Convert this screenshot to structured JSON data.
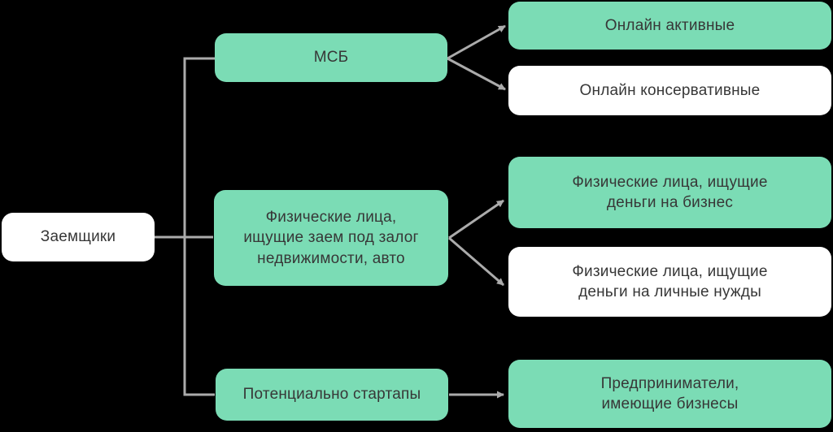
{
  "colors": {
    "background": "#000000",
    "node_green": "#7bdcb5",
    "node_white": "#ffffff",
    "connector": "#ababab",
    "text": "#373737"
  },
  "diagram": {
    "type": "tree",
    "root": {
      "label": "Заемщики",
      "variant": "white"
    },
    "level1": [
      {
        "id": "msb",
        "label": "МСБ",
        "variant": "green"
      },
      {
        "id": "individuals-collateral",
        "label": "Физические лица,\nищущие заем под залог\nнедвижимости, авто",
        "variant": "green"
      },
      {
        "id": "startups",
        "label": "Потенциально стартапы",
        "variant": "green"
      }
    ],
    "level2": [
      {
        "id": "online-active",
        "parent": "msb",
        "label": "Онлайн активные",
        "variant": "green"
      },
      {
        "id": "online-conservative",
        "parent": "msb",
        "label": "Онлайн консервативные",
        "variant": "white"
      },
      {
        "id": "individuals-business",
        "parent": "individuals-collateral",
        "label": "Физические лица, ищущие\nденьги на бизнес",
        "variant": "green"
      },
      {
        "id": "individuals-personal",
        "parent": "individuals-collateral",
        "label": "Физические лица, ищущие\nденьги на личные нужды",
        "variant": "white"
      },
      {
        "id": "entrepreneurs",
        "parent": "startups",
        "label": "Предприниматели,\nимеющие бизнесы",
        "variant": "green"
      }
    ]
  }
}
